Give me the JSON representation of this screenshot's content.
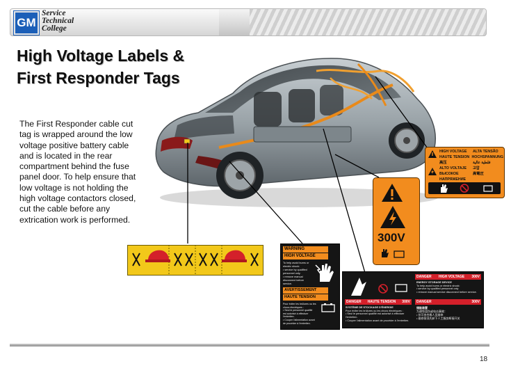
{
  "header": {
    "logo_text": "GM",
    "college_lines": [
      "Service",
      "Technical",
      "College"
    ]
  },
  "slide": {
    "title_line1": "High Voltage Labels &",
    "title_line2": "First  Responder Tags",
    "body": "The First Responder cable cut tag is wrapped around the low voltage positive battery cable and is located in the rear compartment behind the fuse panel door.   To help ensure that low voltage is not holding the high voltage contactors closed, cut the cable before any extrication work is performed.",
    "page_number": "18"
  },
  "labels": {
    "multilang": {
      "rows": [
        [
          "HIGH VOLTAGE",
          "ALTA TENSÃO"
        ],
        [
          "HAUTE TENSION",
          "HOCHSPANNUNG"
        ],
        [
          "高压",
          "فلطية عالية"
        ],
        [
          "ALTO VOLTAJE",
          "고압"
        ],
        [
          "ВЫСОКОЕ НАПРЯЖЕНИЕ",
          "高電圧"
        ]
      ]
    },
    "voltage": {
      "value": "300V"
    },
    "warning": {
      "warning_word": "WARNING",
      "hv_word": "HIGH VOLTAGE",
      "text_lines": [
        "To help avoid burns or electric shock:",
        "• service by qualified personnel only.",
        "• remove manual disconnect before service."
      ],
      "avert_word": "AVERTISSEMENT",
      "haute_word": "HAUTE TENSION",
      "fr_lines": [
        "Pour éviter les brûlures ou les chocs électriques :",
        "• Seul le personnel qualifié est autorisé à effectuer l'entretien.",
        "• Couper l'alimentation avant de procéder à l'entretien."
      ]
    },
    "danger": {
      "danger_word": "DANGER",
      "hv_word": "HIGH VOLTAGE",
      "volt": "300V",
      "esd_title": "ENERGY STORAGE DEVICE",
      "esd_lines": [
        "To help avoid burns or electric shock:",
        "• service by qualified personnel only",
        "• remove manual service disconnect before service."
      ],
      "haute_word": "HAUTE TENSION",
      "fr_title": "SYSTÈME DE STOCKAGE D'ÉNERGIE",
      "fr_lines": [
        "Pour éviter les brûlures ou les chocs électriques :",
        "• Seul le personnel qualifié est autorisé à effectuer l'entretien.",
        "• Couper l'alimentation avant de procéder à l'entretien."
      ],
      "cn_title": "储能装置",
      "cn_lines": [
        "为避免烧伤或电击事故：",
        "• 仅可由合格人员维修",
        "• 维修前须先卸下人工服务断接开关"
      ]
    }
  },
  "colors": {
    "tag_yellow": "#f2c81a",
    "label_orange": "#f28c1e",
    "danger_red": "#d4202a",
    "gm_blue": "#1b5fb8"
  }
}
